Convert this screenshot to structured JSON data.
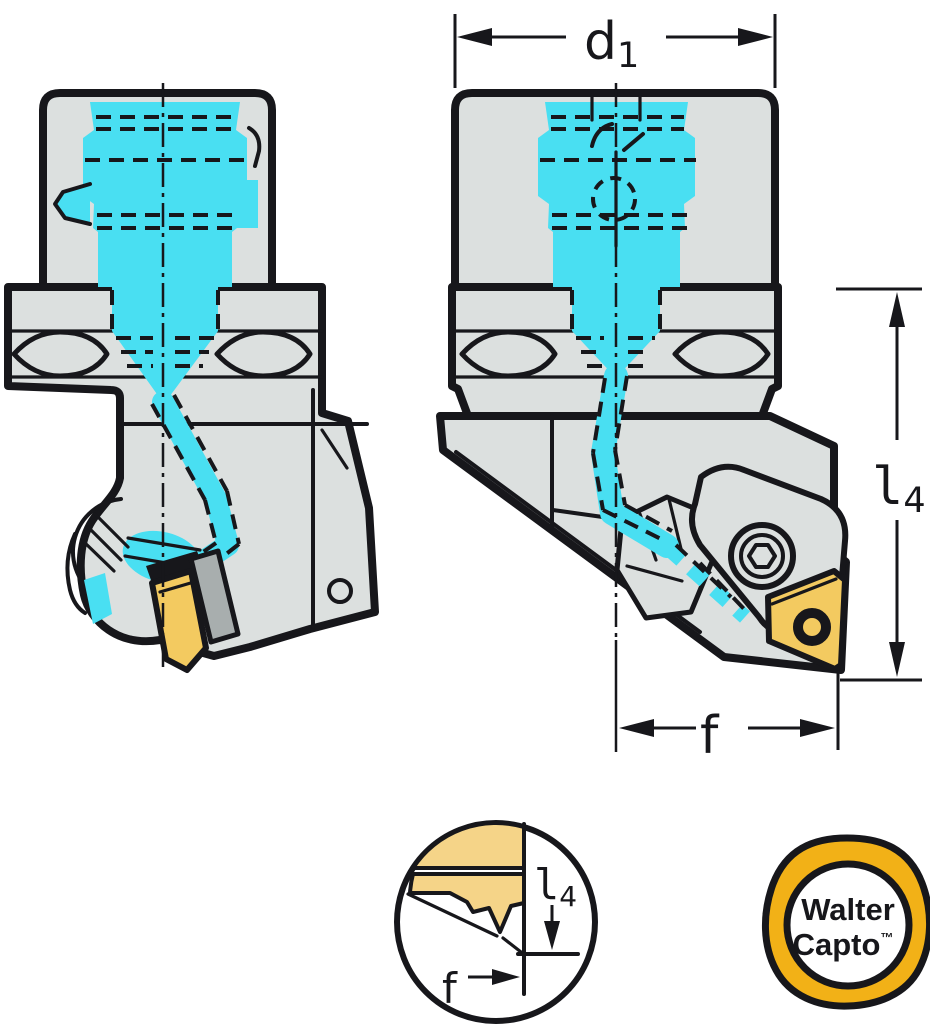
{
  "drawing": {
    "dimension_labels": {
      "d1": {
        "main": "d",
        "sub": "1"
      },
      "l4": {
        "main": "l",
        "sub": "4"
      },
      "f": {
        "main": "f"
      }
    },
    "detail_labels": {
      "l4": {
        "main": "l",
        "sub": "4"
      },
      "f": {
        "main": "f"
      }
    }
  },
  "logo": {
    "line1": "Walter",
    "line2": "Capto",
    "trademark": "™"
  },
  "colors": {
    "outline": "#17171b",
    "body_gray": "#dce0df",
    "coolant_cyan": "#49dff2",
    "insert_yellow": "#f3ca60",
    "detail_yellow": "#f5d488",
    "logo_gold": "#f2b117",
    "clamp_gray": "#a8aeae",
    "background": "#ffffff"
  }
}
